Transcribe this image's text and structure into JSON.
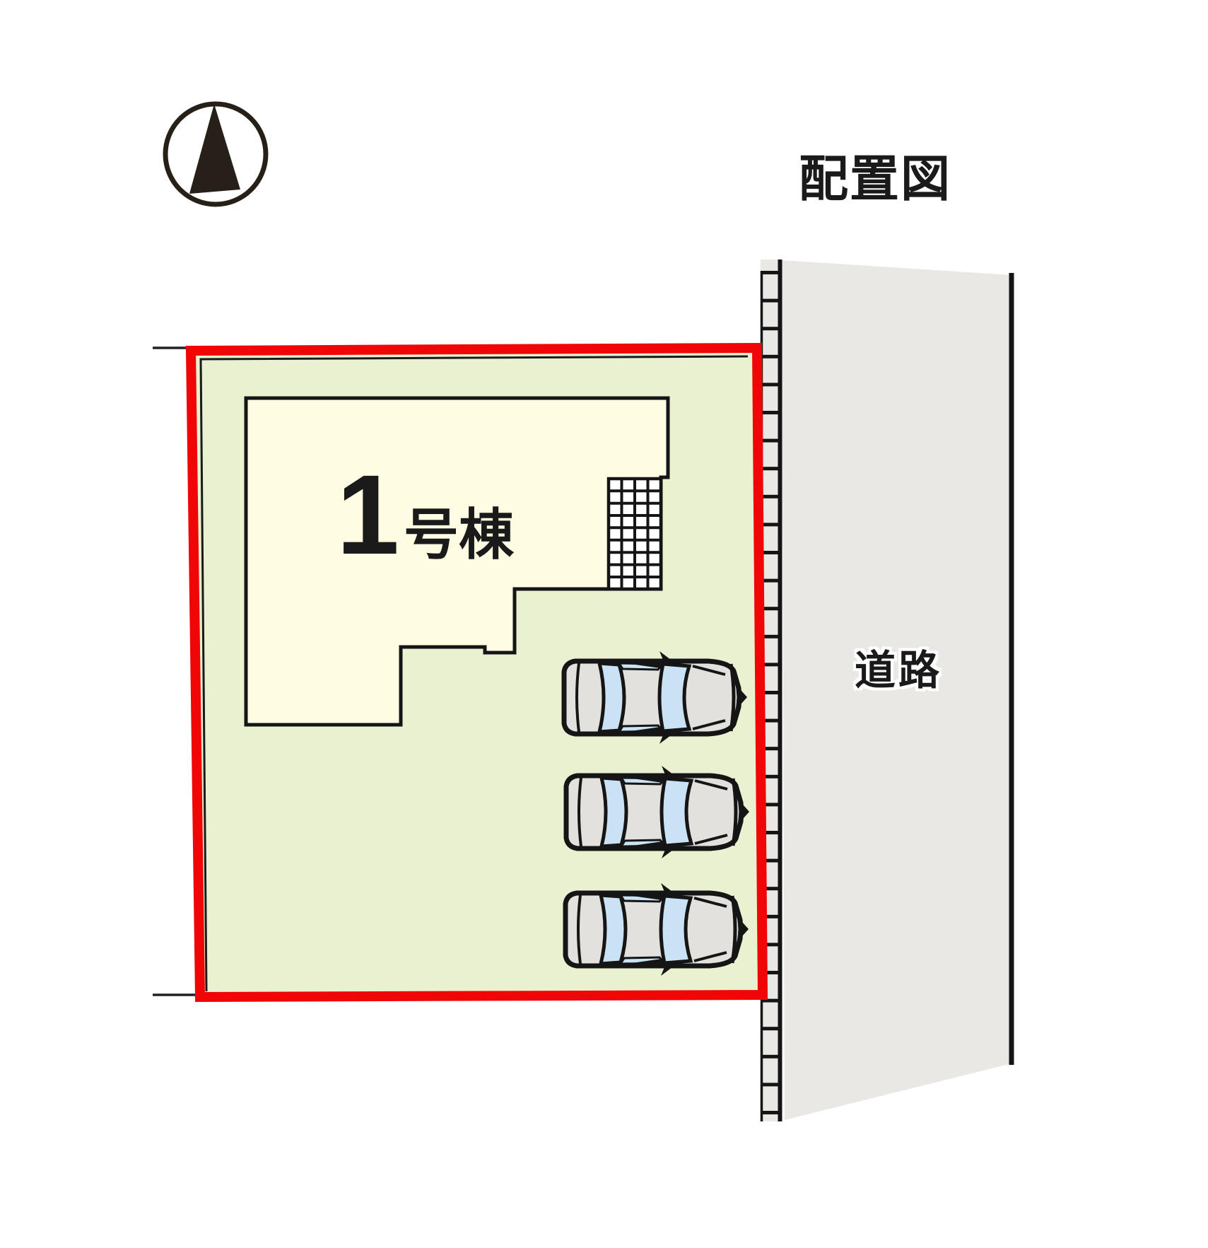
{
  "title": "配置図",
  "compass": {
    "icon": "north-arrow"
  },
  "plot": {
    "building": {
      "number": "1",
      "suffix": "号棟"
    },
    "parking": {
      "car_count": 3
    }
  },
  "road": {
    "label": "道路"
  },
  "colors": {
    "plot_fill": "#E9F1D0",
    "plot_border_red": "#F00606",
    "building_fill": "#FFFCE4",
    "road_fill": "#E9E8E5",
    "car_body": "#E3E1DE",
    "car_glass": "#C9E3F5",
    "outline": "#151515"
  }
}
